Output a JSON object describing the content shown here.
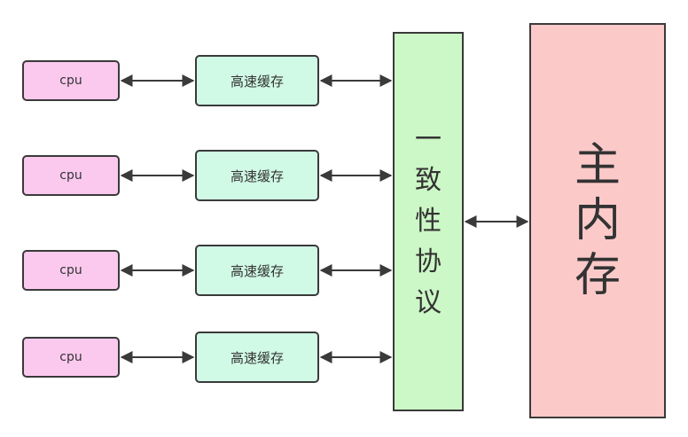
{
  "cpus": [
    {
      "label": "cpu"
    },
    {
      "label": "cpu"
    },
    {
      "label": "cpu"
    },
    {
      "label": "cpu"
    }
  ],
  "caches": [
    {
      "label": "高速缓存"
    },
    {
      "label": "高速缓存"
    },
    {
      "label": "高速缓存"
    },
    {
      "label": "高速缓存"
    }
  ],
  "coherence_protocol": {
    "label": "一致性协议"
  },
  "main_memory": {
    "label": "主内存"
  },
  "colors": {
    "cpu_fill": "#fcc9ee",
    "cache_fill": "#d0f9e6",
    "protocol_fill": "#ccf7c6",
    "memory_fill": "#fcc9c9",
    "stroke": "#3a3a3a"
  }
}
